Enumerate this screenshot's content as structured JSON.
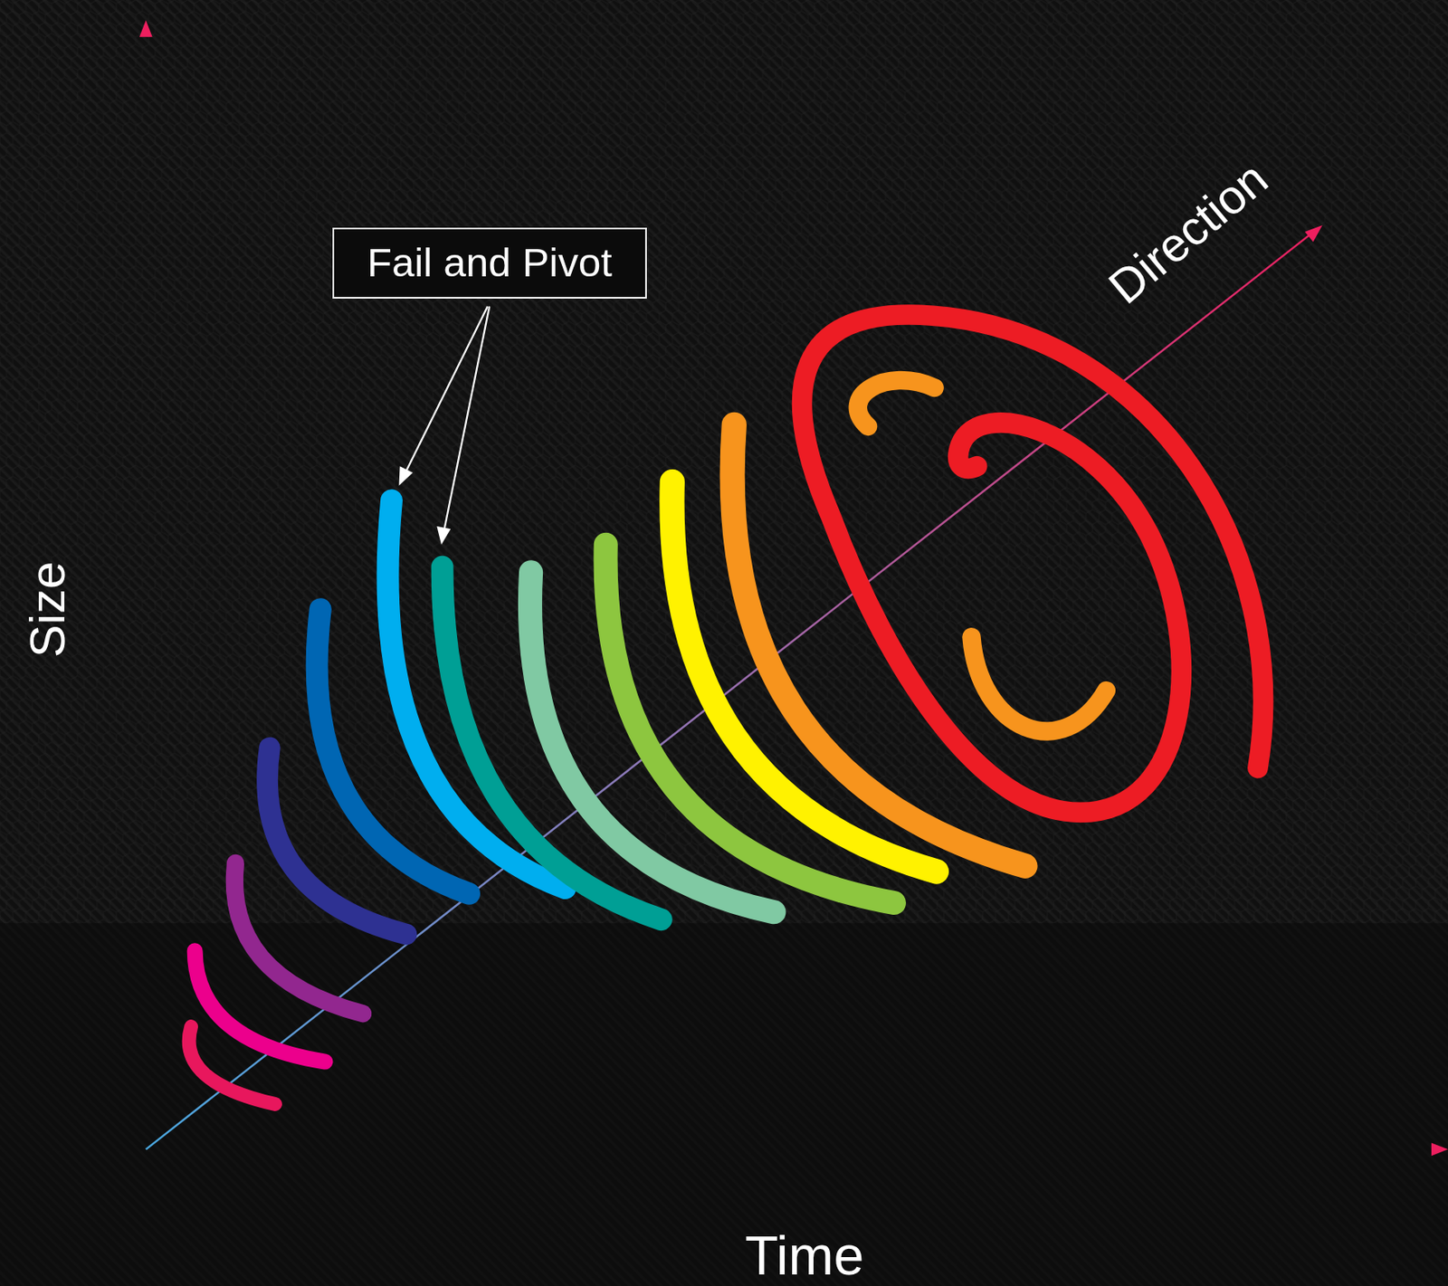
{
  "diagram": {
    "nodes": [
      {
        "text": [
          "Fail and Pivot"
        ]
      }
    ],
    "labels": [
      "Size",
      "Direction",
      "Time"
    ]
  }
}
